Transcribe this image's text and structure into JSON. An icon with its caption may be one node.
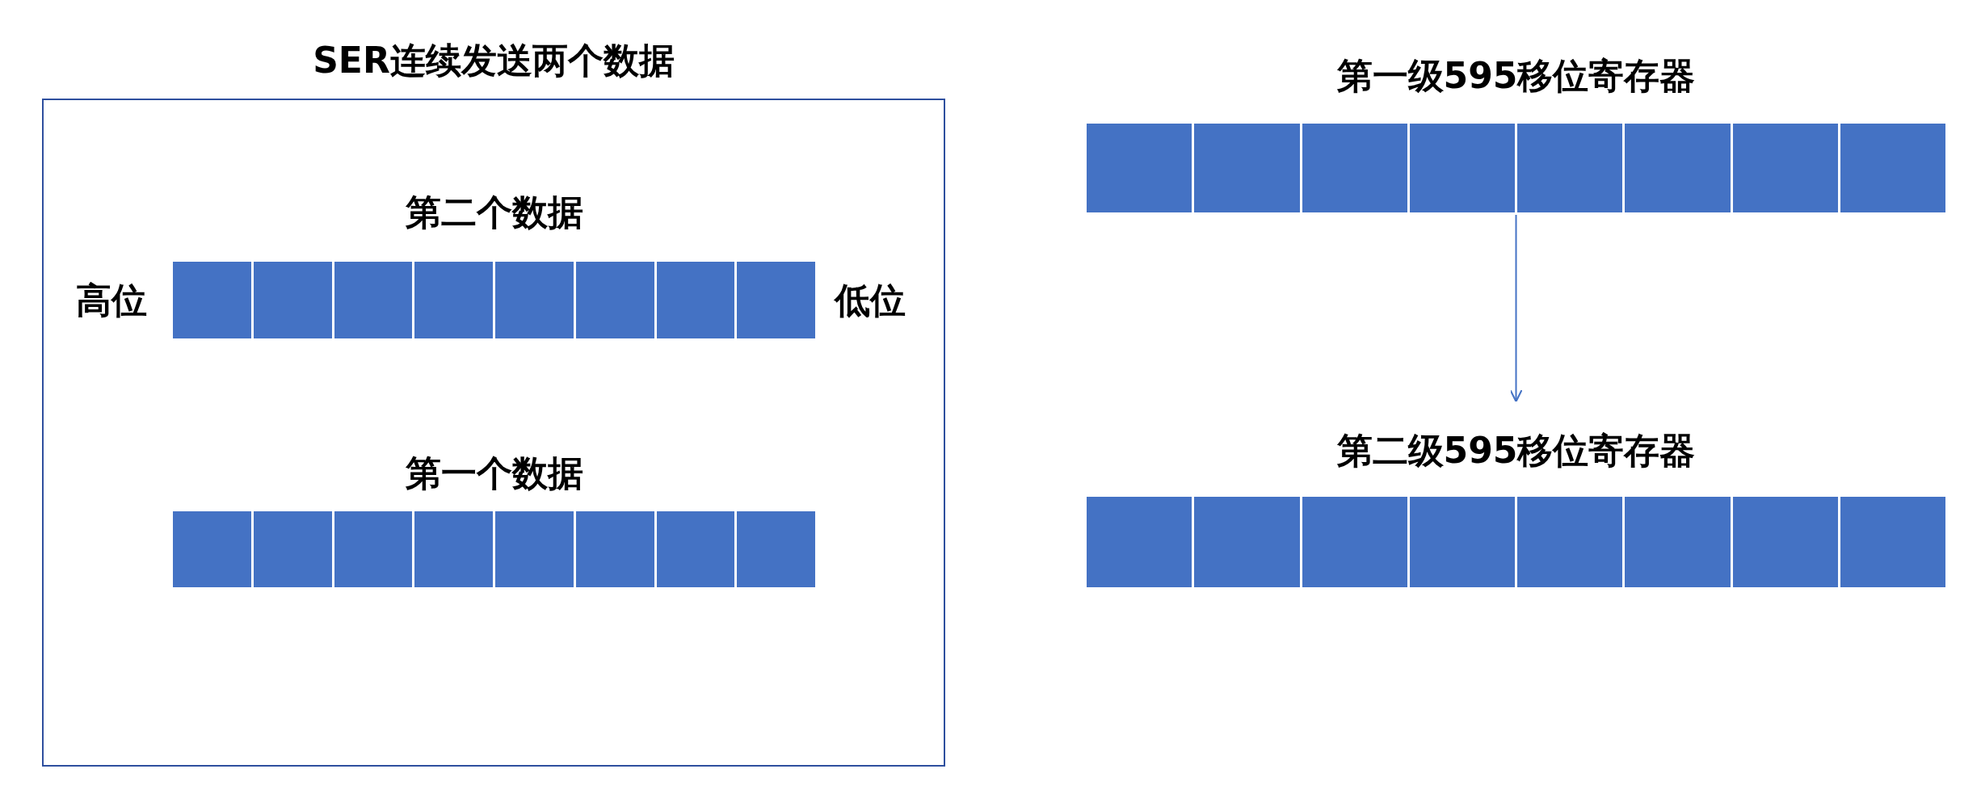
{
  "diagram": {
    "nodes": [
      {
        "text": [
          "SER连续发送两个数据"
        ]
      },
      {
        "text": [
          "第二个数据"
        ],
        "beside": [
          "高位",
          "低位"
        ],
        "in": 0
      },
      {
        "text": [
          "第一个数据"
        ],
        "in": 0
      },
      {
        "text": [
          "第一级595移位寄存器"
        ]
      },
      {
        "text": [
          "第二级595移位寄存器"
        ]
      }
    ],
    "edges": [
      {
        "from": 3,
        "to": 4,
        "arrow": "to"
      }
    ]
  }
}
